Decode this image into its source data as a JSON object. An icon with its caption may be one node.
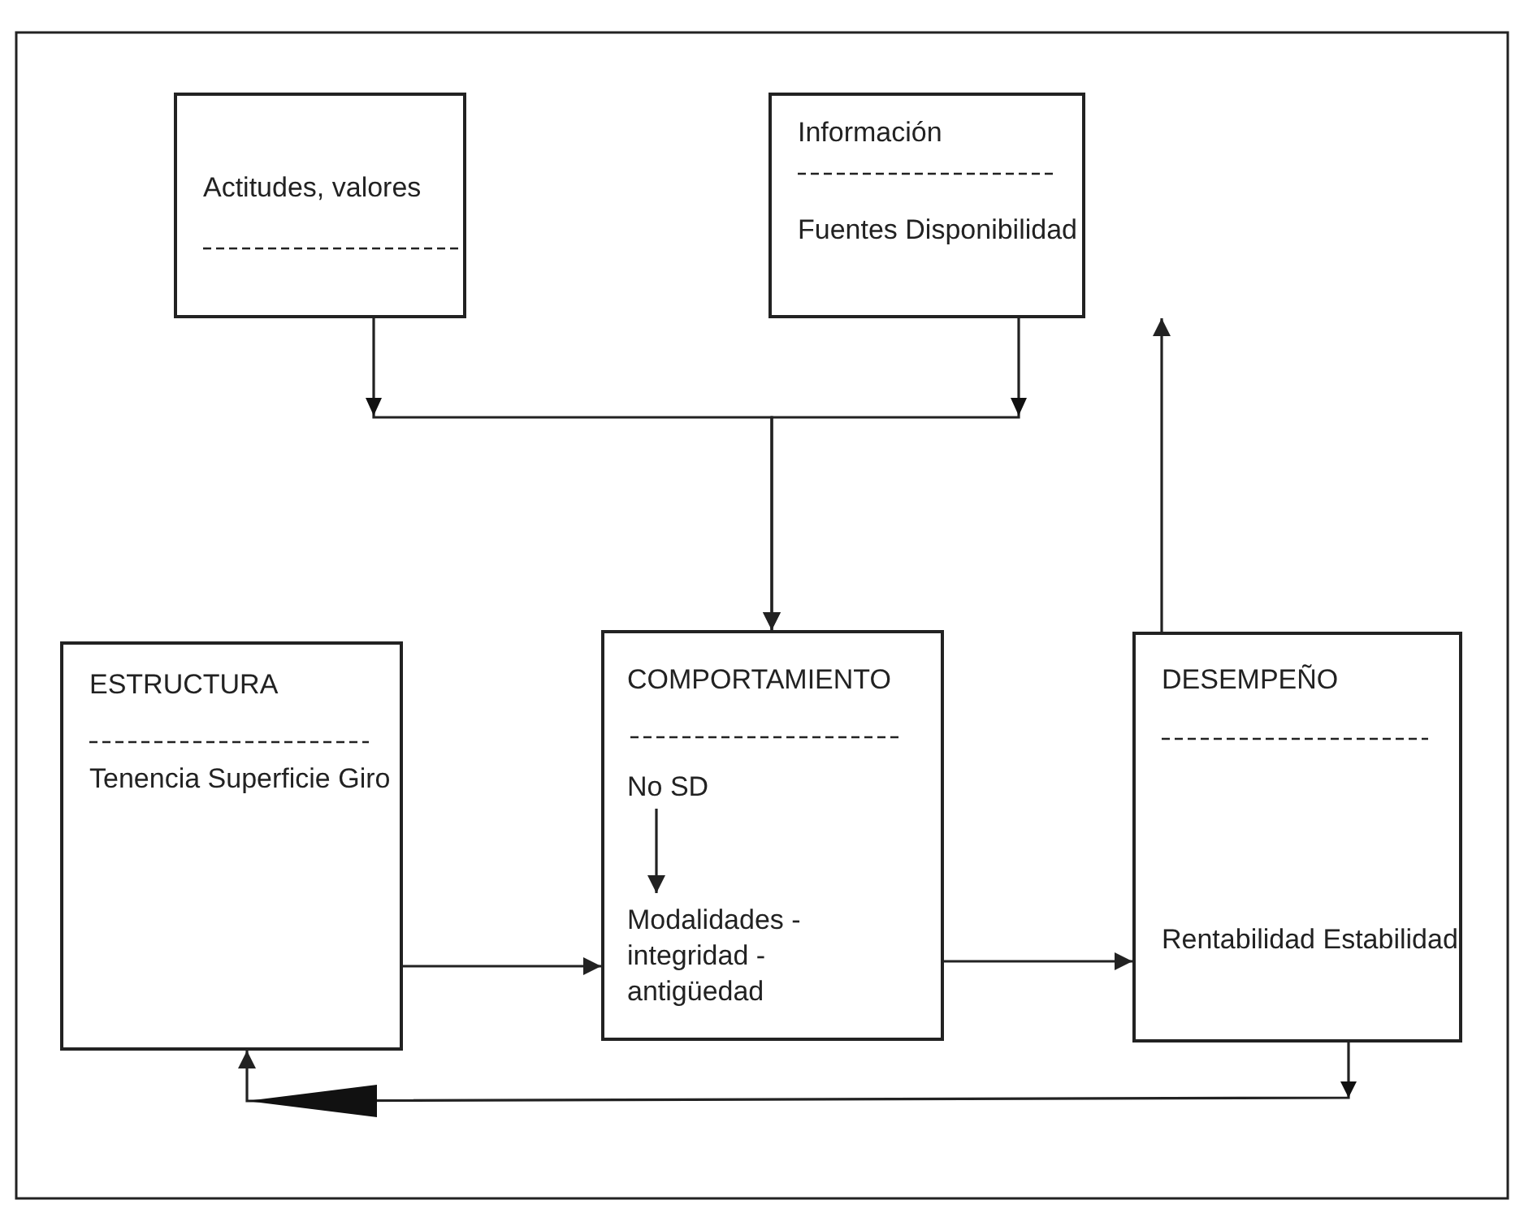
{
  "diagram": {
    "nodes": [
      {
        "text": [
          "Actitudes, valores"
        ]
      },
      {
        "text": [
          "Información",
          "Fuentes Disponibilidad"
        ]
      },
      {
        "text": [
          "ESTRUCTURA",
          "Tenencia Superficie Giro"
        ]
      },
      {
        "text": [
          "COMPORTAMIENTO"
        ]
      },
      {
        "text": [
          "No SD"
        ],
        "in": 3
      },
      {
        "text": [
          "Modalidades -integridad -antigüedad"
        ],
        "in": 3
      },
      {
        "text": [
          "DESEMPEÑO",
          "Rentabilidad Estabilidad"
        ]
      }
    ],
    "edges": [
      {
        "from": 0,
        "to": 3,
        "arrow": "to"
      },
      {
        "from": 1,
        "to": 3,
        "arrow": "to"
      },
      {
        "from": 2,
        "to": 3,
        "arrow": "to"
      },
      {
        "from": 3,
        "to": 6,
        "arrow": "to"
      },
      {
        "from": 6,
        "to": 1,
        "arrow": "to"
      },
      {
        "from": 6,
        "to": 2,
        "arrow": "to"
      },
      {
        "from": 4,
        "to": 5,
        "arrow": "to"
      }
    ]
  }
}
